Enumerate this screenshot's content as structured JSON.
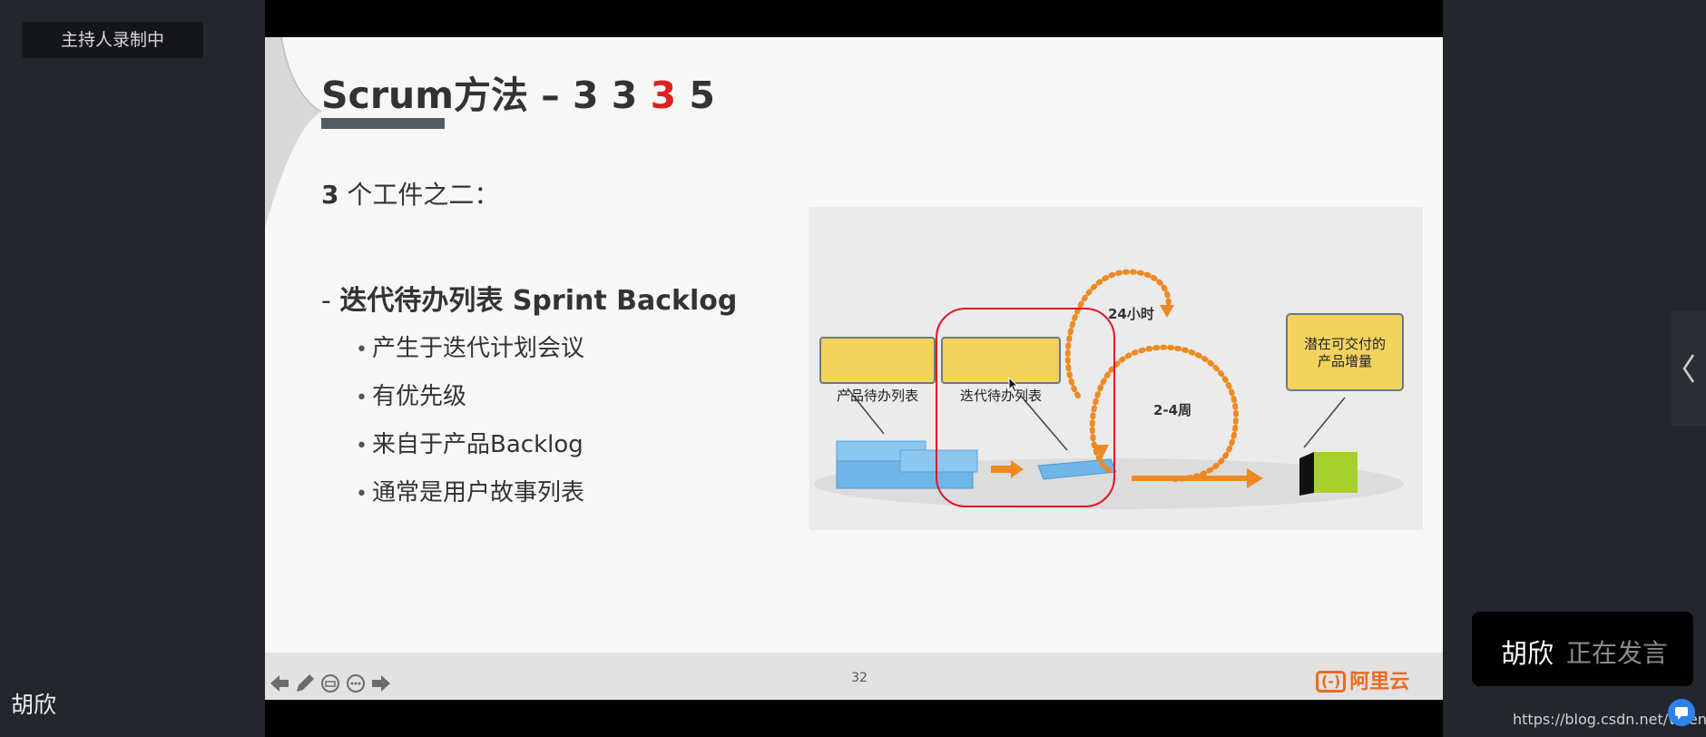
{
  "recording_badge": "主持人录制中",
  "presenter_name": "胡欣",
  "slide": {
    "title_prefix": "Scrum方法 – 3 3 ",
    "title_accent": "3",
    "title_suffix": " 5",
    "subtitle_number": "3",
    "subtitle_text": " 个工件之二：",
    "bullet_dash": "- ",
    "bullet_heading": "迭代待办列表 Sprint Backlog",
    "sub_bullets": [
      "产生于迭代计划会议",
      "有优先级",
      "来自于产品Backlog",
      "通常是用户故事列表"
    ],
    "diagram": {
      "label_product_backlog": "产品待办列表",
      "label_sprint_backlog": "迭代待办列表",
      "label_increment_line1": "潜在可交付的",
      "label_increment_line2": "产品增量",
      "label_24h": "24小时",
      "label_weeks": "2-4周"
    },
    "page_number": "32",
    "brand_mark": "(-)",
    "brand_text": "阿里云"
  },
  "speaking": {
    "name": "胡欣",
    "status": "正在发言"
  },
  "watermark": "https://blog.csdn.net/vicenan",
  "icons": {
    "prev": "arrow-left-icon",
    "pen": "pen-icon",
    "subtitle": "subtitle-icon",
    "more": "more-icon",
    "next": "arrow-right-icon",
    "collapse": "chevron-left-icon",
    "chat": "chat-icon"
  },
  "colors": {
    "accent_red": "#e02020",
    "brand_orange": "#ee6a1f",
    "label_yellow": "#f2d35e",
    "block_blue": "#6fb6e8"
  }
}
